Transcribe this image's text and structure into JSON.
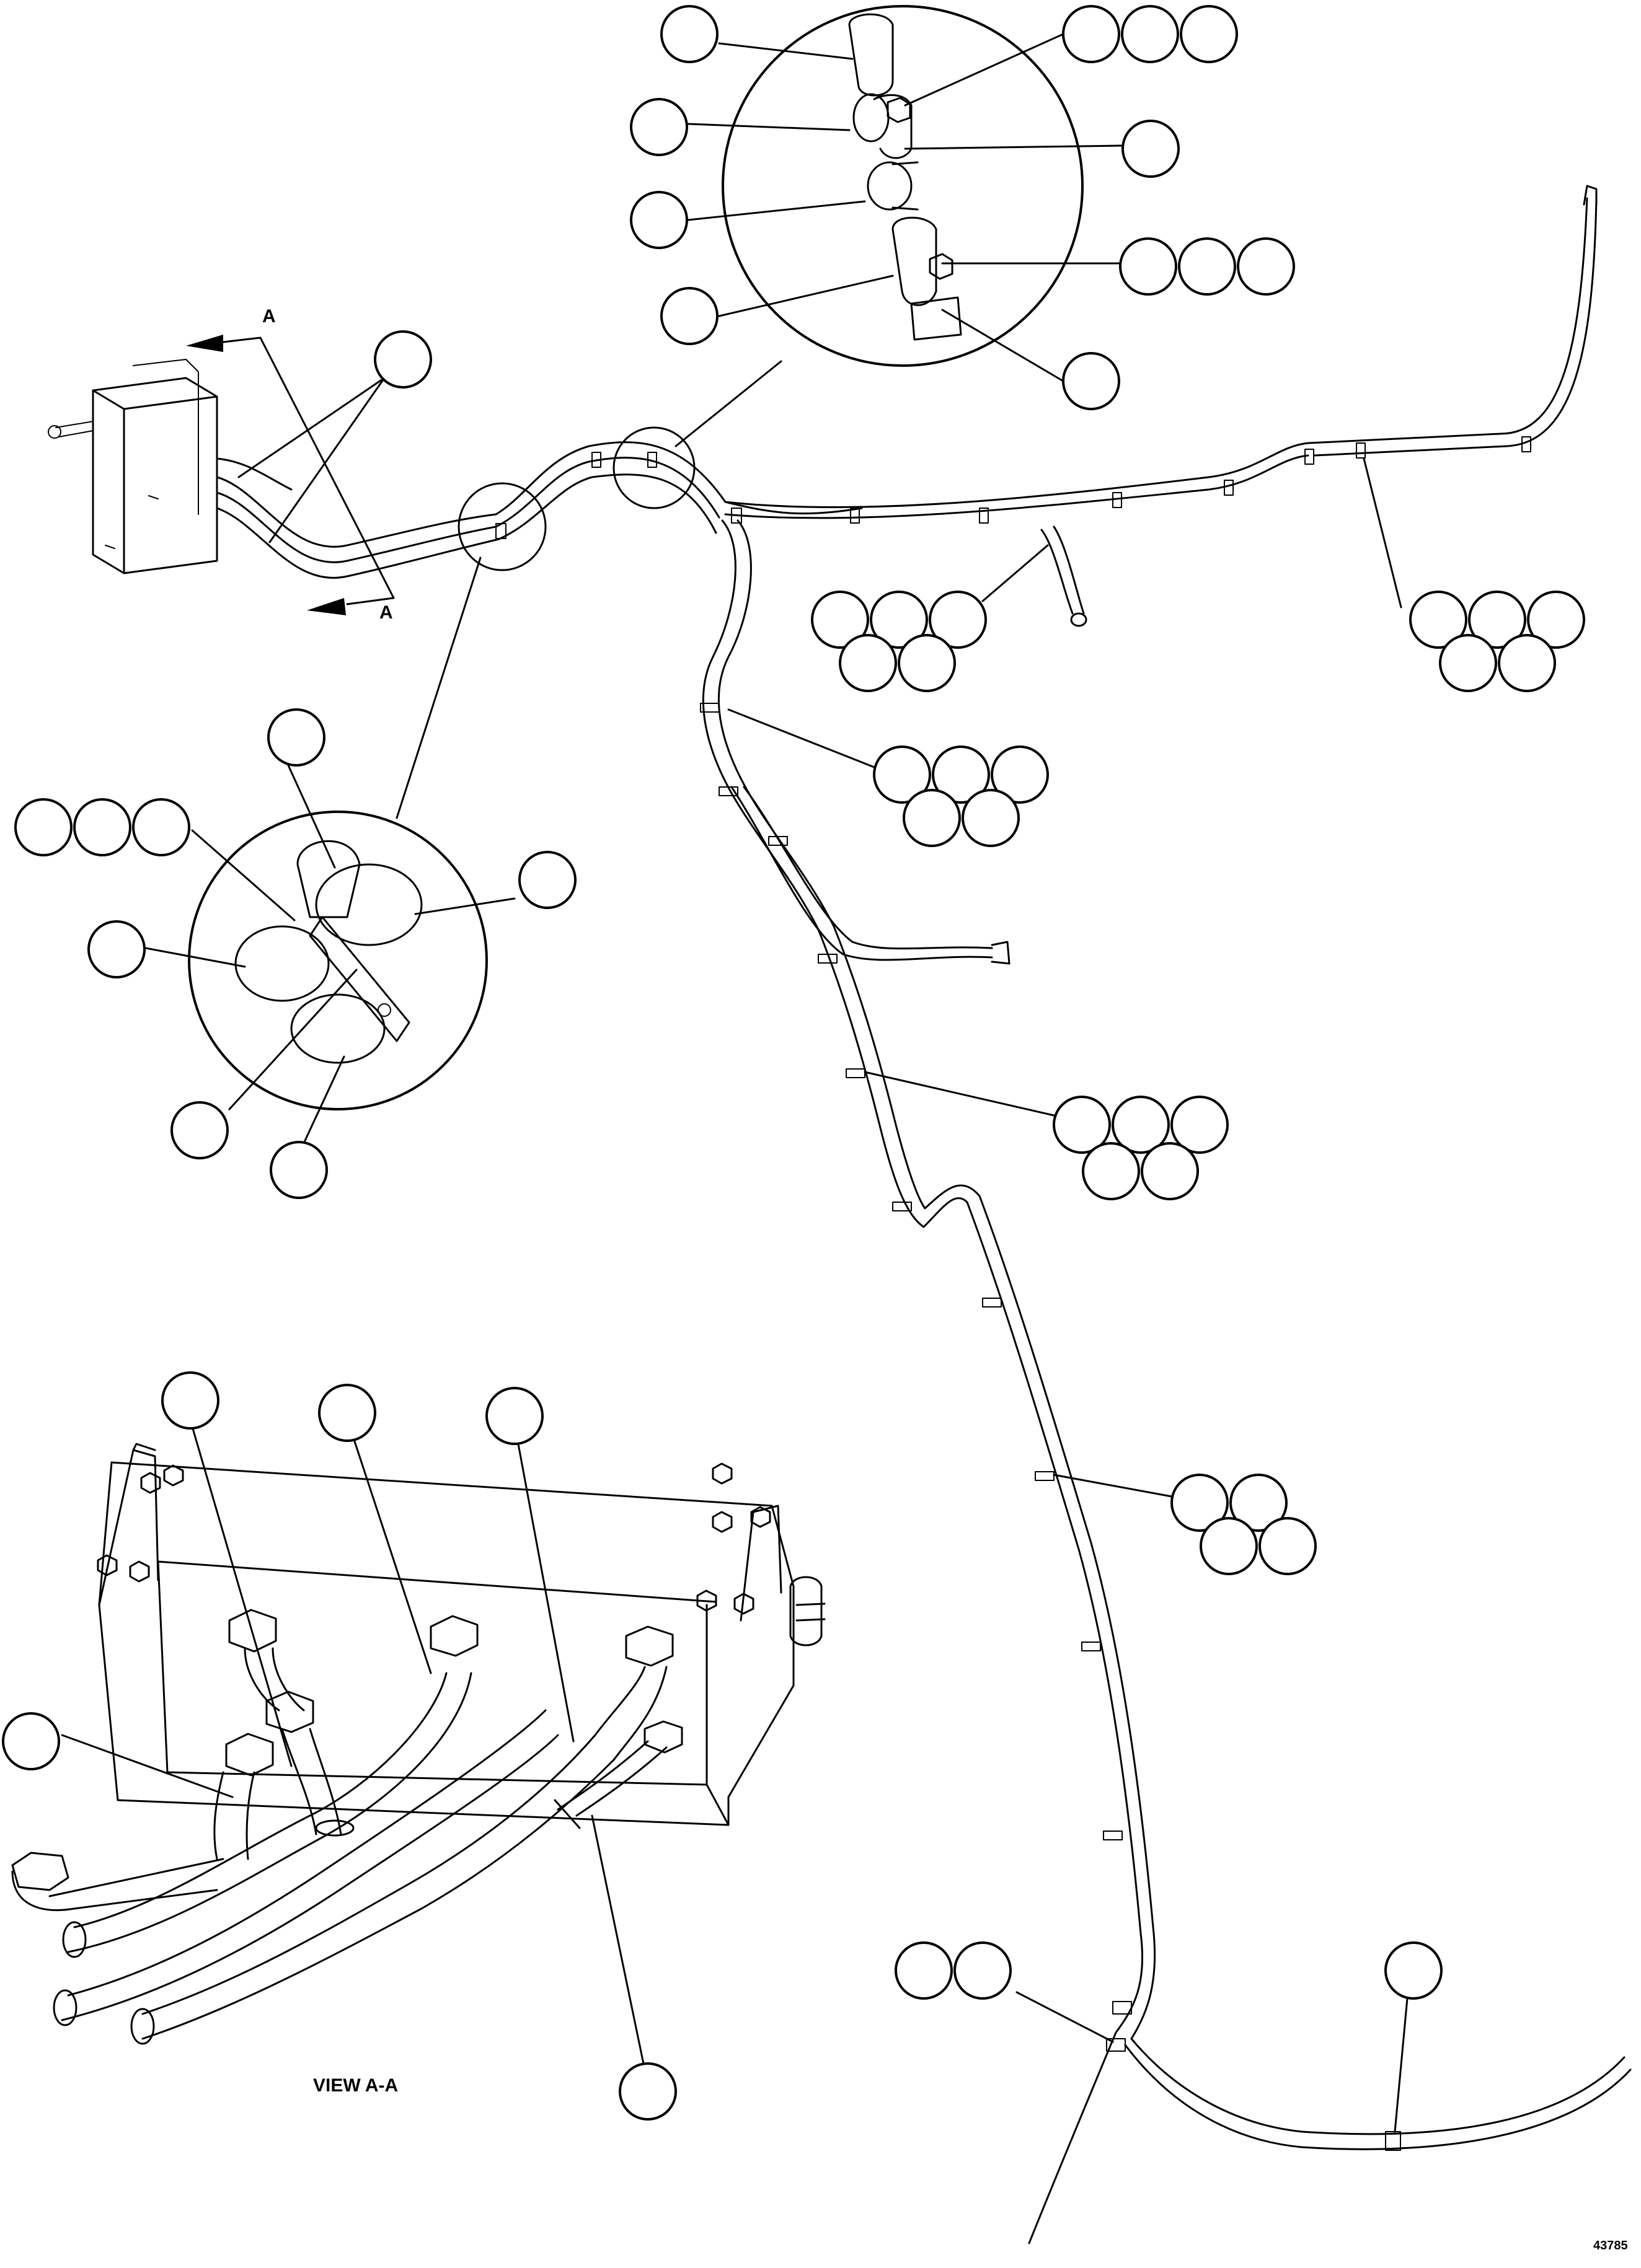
{
  "labels": {
    "section_arrow_top": "A",
    "section_arrow_bottom": "A",
    "view_caption": "VIEW A-A",
    "drawing_number": "43785"
  }
}
